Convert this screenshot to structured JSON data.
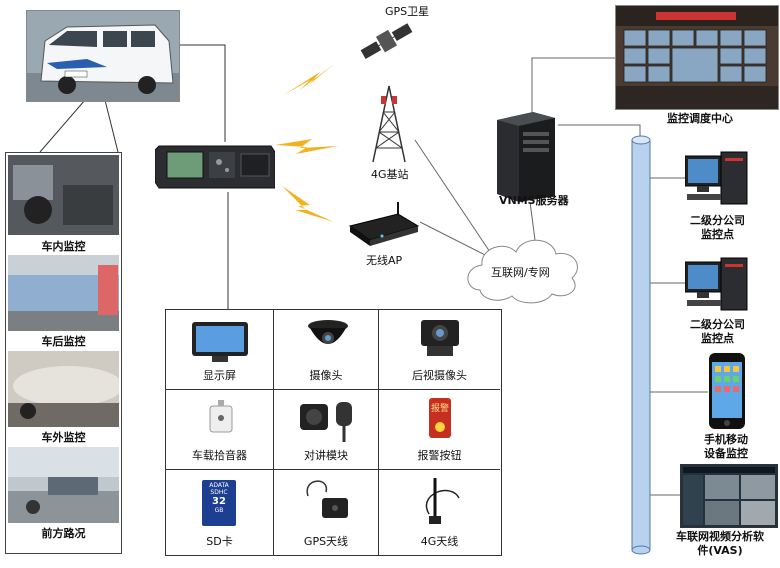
{
  "satellite": {
    "label": "GPS卫星"
  },
  "tower": {
    "label": "4G基站"
  },
  "router": {
    "label": "无线AP"
  },
  "internet": {
    "label": "互联网/专网"
  },
  "server": {
    "label": "VNMS服务器"
  },
  "control_center": {
    "label": "监控调度中心"
  },
  "left_panel": {
    "items": [
      {
        "label": "车内监控"
      },
      {
        "label": "车后监控"
      },
      {
        "label": "车外监控"
      },
      {
        "label": "前方路况"
      }
    ]
  },
  "peripherals": [
    {
      "label": "显示屏"
    },
    {
      "label": "摄像头"
    },
    {
      "label": "后视摄像头"
    },
    {
      "label": "车载拾音器"
    },
    {
      "label": "对讲模块"
    },
    {
      "label": "报警按钮"
    },
    {
      "label": "SD卡"
    },
    {
      "label": "GPS天线"
    },
    {
      "label": "4G天线"
    }
  ],
  "sd_card": {
    "brand": "ADATA",
    "capacity": "32",
    "unit": "GB",
    "type": "SDHC"
  },
  "alarm_text": "报警",
  "clients": [
    {
      "label_line1": "二级分公司",
      "label_line2": "监控点"
    },
    {
      "label_line1": "二级分公司",
      "label_line2": "监控点"
    },
    {
      "label_line1": "手机移动",
      "label_line2": "设备监控"
    },
    {
      "label_line1": "车联网视频分析软",
      "label_line2": "件(VAS)"
    }
  ],
  "colors": {
    "lightning": "#f2b21f",
    "bus": "#b8d2ee",
    "line": "#333333",
    "cloud": "#888888"
  }
}
